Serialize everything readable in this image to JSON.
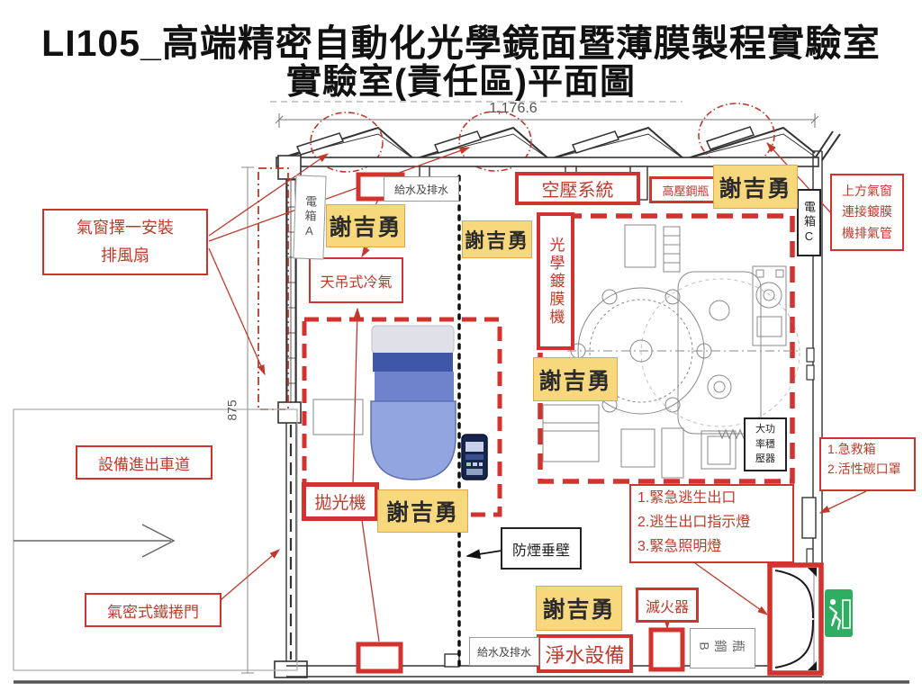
{
  "title": {
    "line1": "LI105_高端精密自動化光學鏡面暨薄膜製程實驗室",
    "line2": "實驗室(責任區)平面圖"
  },
  "dimensions": {
    "width": "1,176.6",
    "height": "875"
  },
  "owner_name": "謝吉勇",
  "red_labels": {
    "vent_fan_1": "氣窗擇一安裝",
    "vent_fan_2": "排風扇",
    "driveway": "設備進出車道",
    "rolling_door": "氣密式鐵捲門",
    "air_press": "空壓系統",
    "hp_cylinder": "高壓鋼瓶",
    "coating_machine": "光學鍍膜機",
    "polisher": "拋光機",
    "top_window_1": "上方氣窗",
    "top_window_2": "連接鍍膜",
    "top_window_3": "機排氣管",
    "first_aid_1": "1.急救箱",
    "first_aid_2": "2.活性碳口罩",
    "emergency_1": "1.緊急逃生出口",
    "emergency_2": "2.逃生出口指示燈",
    "emergency_3": "3.緊急照明燈",
    "extinguisher": "滅火器",
    "water_purifier": "淨水設備",
    "ceiling_ac": "天吊式冷氣"
  },
  "plain_labels": {
    "water_drain_top": "給水及排水",
    "water_drain_bottom": "給水及排水",
    "smoke_barrier": "防煙垂壁",
    "stabilizer_1": "大功",
    "stabilizer_2": "率穩",
    "stabilizer_3": "壓器",
    "panel_a": "電箱A",
    "panel_c": "電箱C",
    "b_cylinder": "B鋼瓶"
  },
  "colors": {
    "annotation_red": "#c0392b",
    "box_red": "#d2332e",
    "highlight_yellow": "#f8d87c",
    "exit_green": "#2fad63",
    "machine_blue_dark": "#3f57a7",
    "machine_blue_mid": "#6f83cd",
    "machine_blue_light": "#93a5de",
    "line_gray": "#3a3a3a"
  }
}
